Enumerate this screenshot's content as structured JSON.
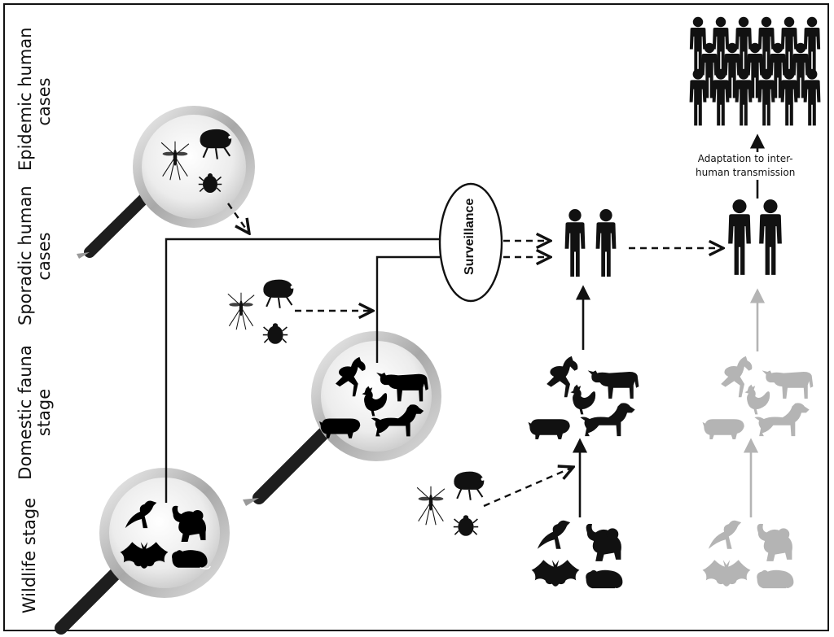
{
  "stage_labels": {
    "epidemic": [
      "Epidemic human",
      "cases"
    ],
    "sporadic": [
      "Sporadic human",
      "cases"
    ],
    "domestic": [
      "Domestic fauna",
      "stage"
    ],
    "wildlife": [
      "Wildlife stage"
    ]
  },
  "surveillance_label": "Surveillance",
  "adaptation_note": [
    "Adaptation to inter-",
    "human transmission"
  ],
  "colors": {
    "ink": "#111111",
    "faded": "#b4b4b4",
    "lens_glass": "#e6e6e6",
    "lens_rim": "#bfbfbf",
    "handle": "#2a2a2a"
  }
}
